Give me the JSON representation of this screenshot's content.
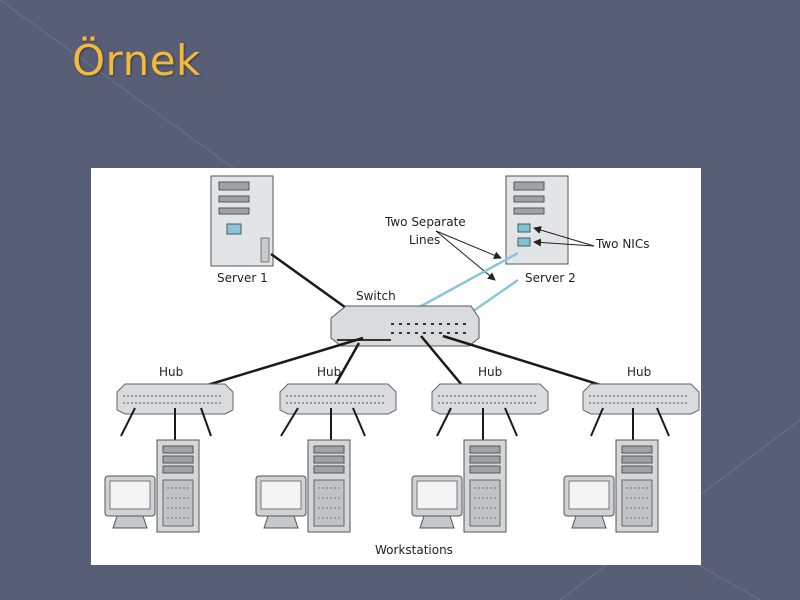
{
  "slide": {
    "title": "Örnek"
  },
  "diagram": {
    "server1_label": "Server 1",
    "server2_label": "Server 2",
    "switch_label": "Switch",
    "two_lines_label_1": "Two Separate",
    "two_lines_label_2": "Lines",
    "two_nics_label": "Two NICs",
    "hub_labels": [
      "Hub",
      "Hub",
      "Hub",
      "Hub"
    ],
    "workstations_label": "Workstations",
    "colors": {
      "background": "#575e75",
      "title": "#f4b93c",
      "link": "#1a1a1a",
      "redundant_link": "#8ac6d8",
      "nic": "#7dc3d8"
    }
  }
}
